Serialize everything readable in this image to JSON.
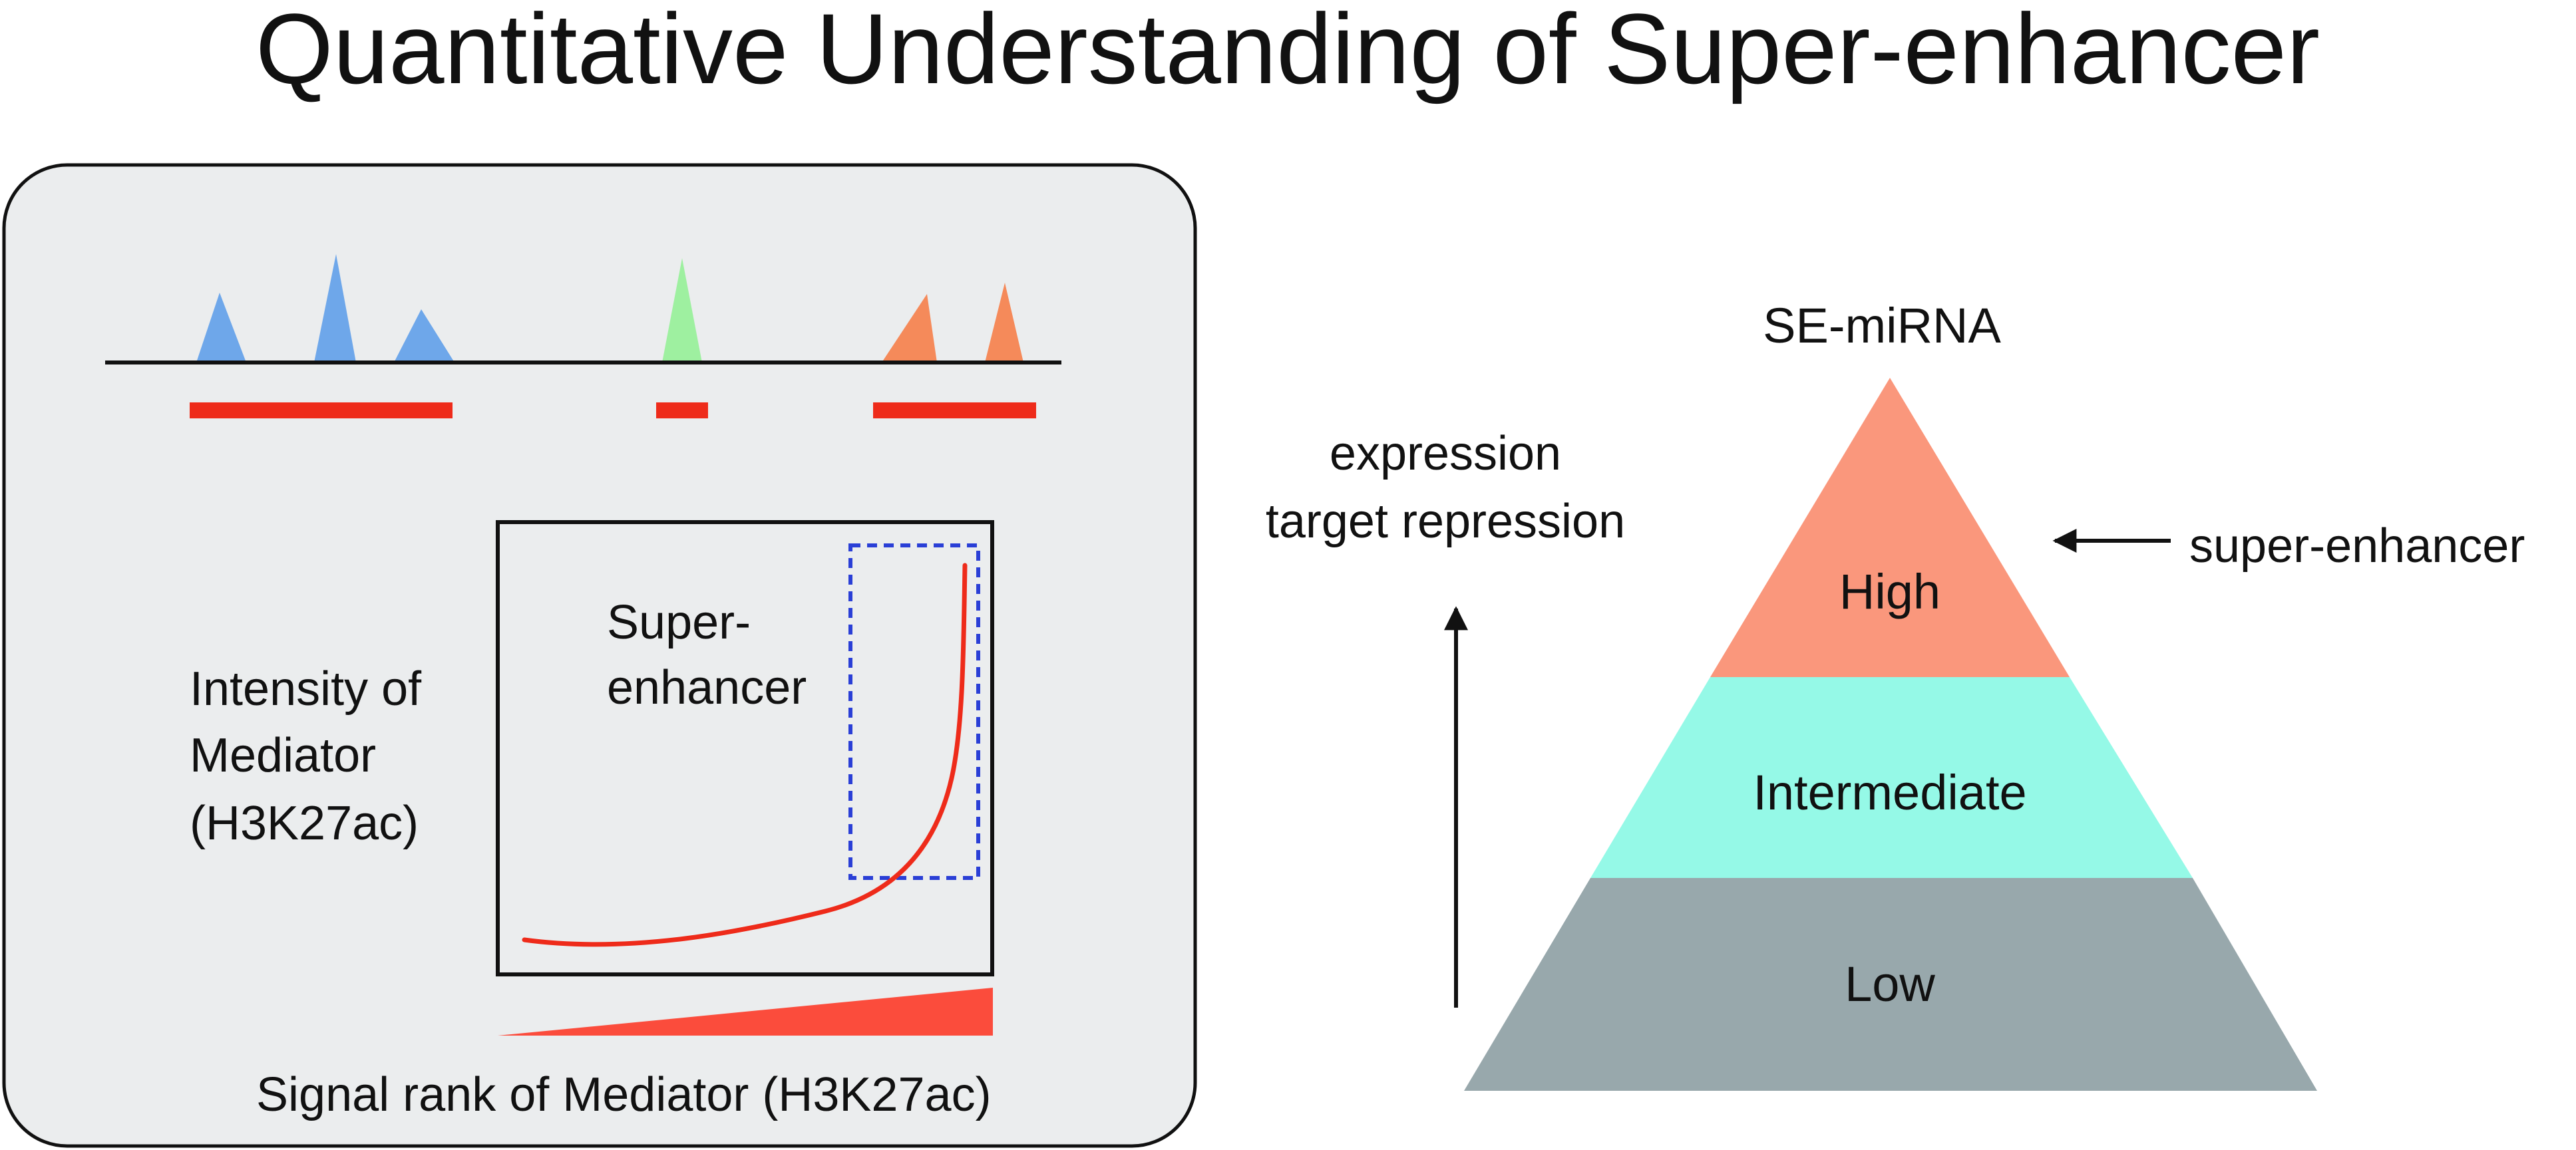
{
  "title": "Quantitative Understanding of Super-enhancer",
  "left_panel": {
    "plot": {
      "inset_label_line1": "Super-",
      "inset_label_line2": "enhancer",
      "ylabel_line1": "Intensity of",
      "ylabel_line2": "Mediator",
      "ylabel_line3": "(H3K27ac)",
      "xlabel": "Signal rank of Mediator (H3K27ac)"
    },
    "colors": {
      "panel_bg": "#ebedee",
      "blue_peak": "#6ea7ea",
      "green_peak": "#9ef0a0",
      "orange_peak": "#f58a5a",
      "red": "#ee2b1a",
      "wedge": "#fb4c3c",
      "box_dashed": "#2a3fd6"
    }
  },
  "right_panel": {
    "apex_label": "SE-miRNA",
    "axis_label_line1": "expression",
    "axis_label_line2": "target repression",
    "pointer_label": "super-enhancer",
    "tiers": [
      {
        "label": "High",
        "color": "#fa977c"
      },
      {
        "label": "Intermediate",
        "color": "#95f9e7"
      },
      {
        "label": "Low",
        "color": "#98a8ac"
      }
    ]
  }
}
